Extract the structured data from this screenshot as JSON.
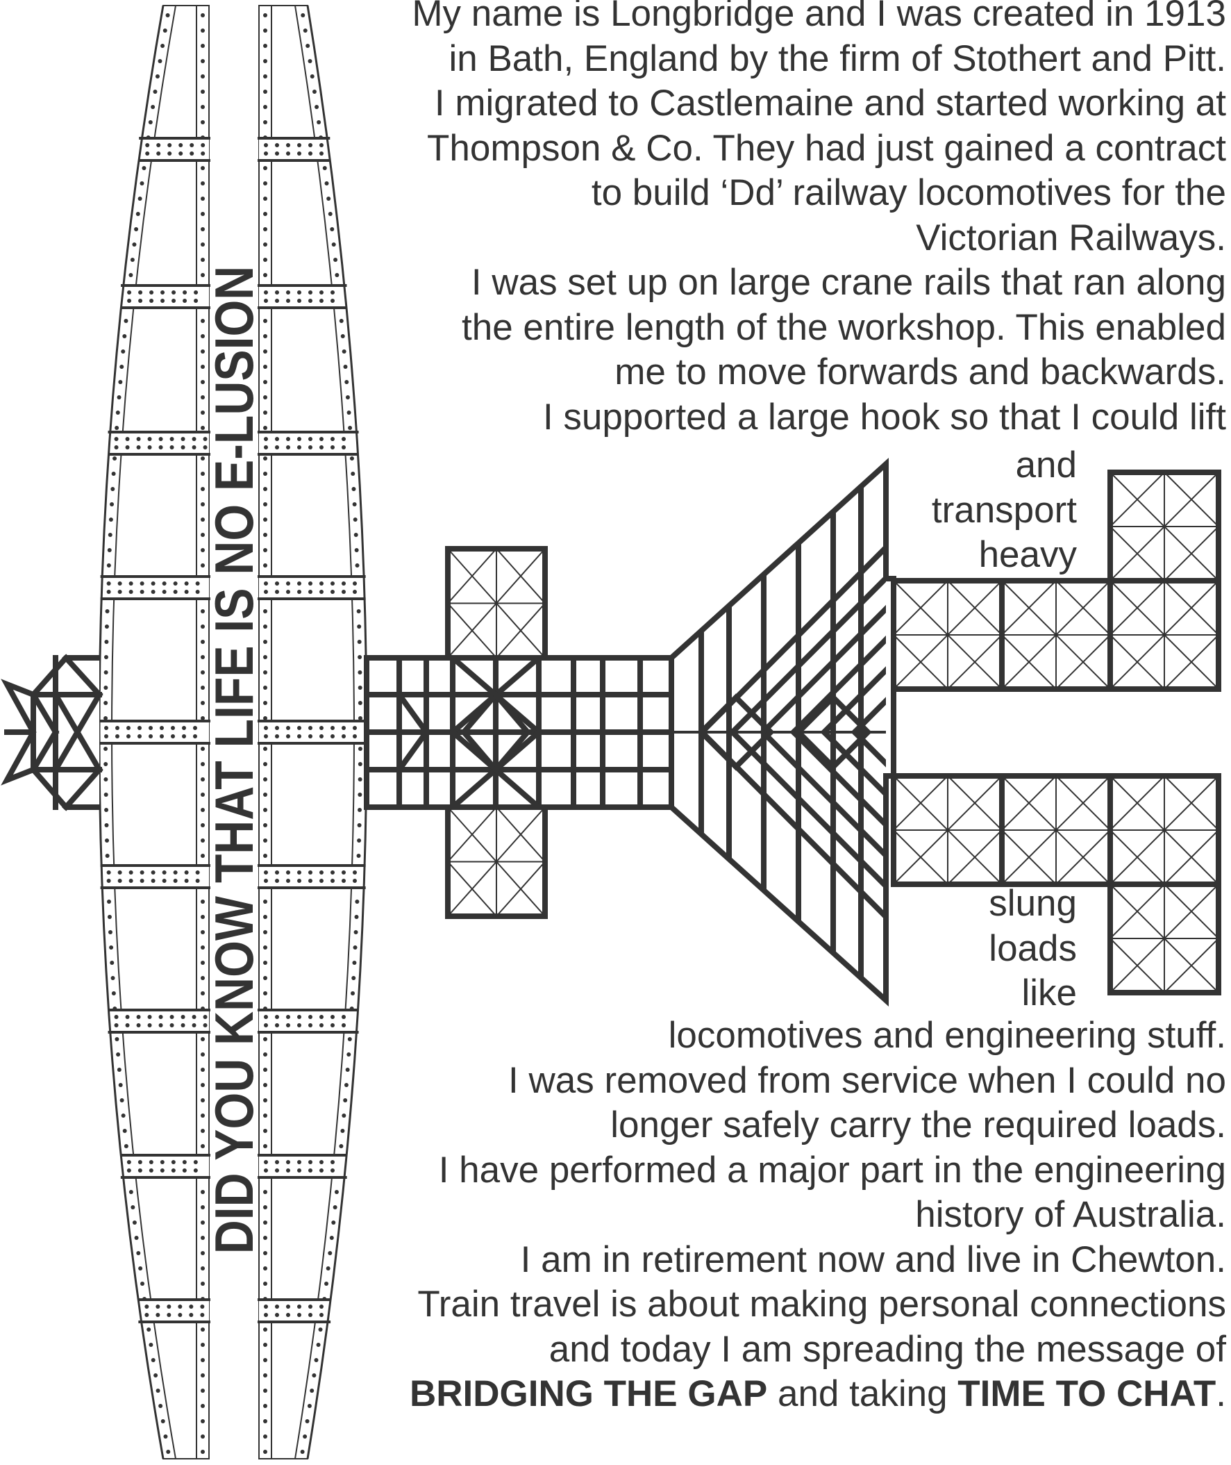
{
  "vertical_banner": "DID YOU KNOW THAT LIFE IS NO E-LUSION",
  "story_top": [
    "My name is Longbridge and I was created in 1913",
    "in Bath, England by the firm of Stothert and Pitt.",
    "I migrated to Castlemaine and started working at",
    "Thompson & Co. They had just gained a contract",
    "to build ‘Dd’ railway locomotives for the",
    "Victorian Railways.",
    "I was set up on large crane rails that ran along",
    "the entire length of the workshop. This enabled",
    "me to move forwards and backwards.",
    "I supported a large hook so that I could lift"
  ],
  "story_upper_arm": [
    "and",
    "transport",
    "heavy"
  ],
  "story_lower_arm": [
    "slung",
    "loads",
    "like"
  ],
  "story_bottom": [
    "locomotives and engineering stuff.",
    "I was removed from service when I could no",
    "longer safely carry the required loads.",
    "I have performed a major part in the engineering",
    "history of Australia.",
    "I am in retirement now and live in Chewton.",
    "Train travel is about making personal connections",
    "and today I am spreading the message of"
  ],
  "closing_line": {
    "bold1": "BRIDGING THE GAP",
    "mid": " and taking ",
    "bold2": "TIME TO CHAT",
    "end": "."
  },
  "colors": {
    "ink": "#333333",
    "background": "#ffffff"
  }
}
